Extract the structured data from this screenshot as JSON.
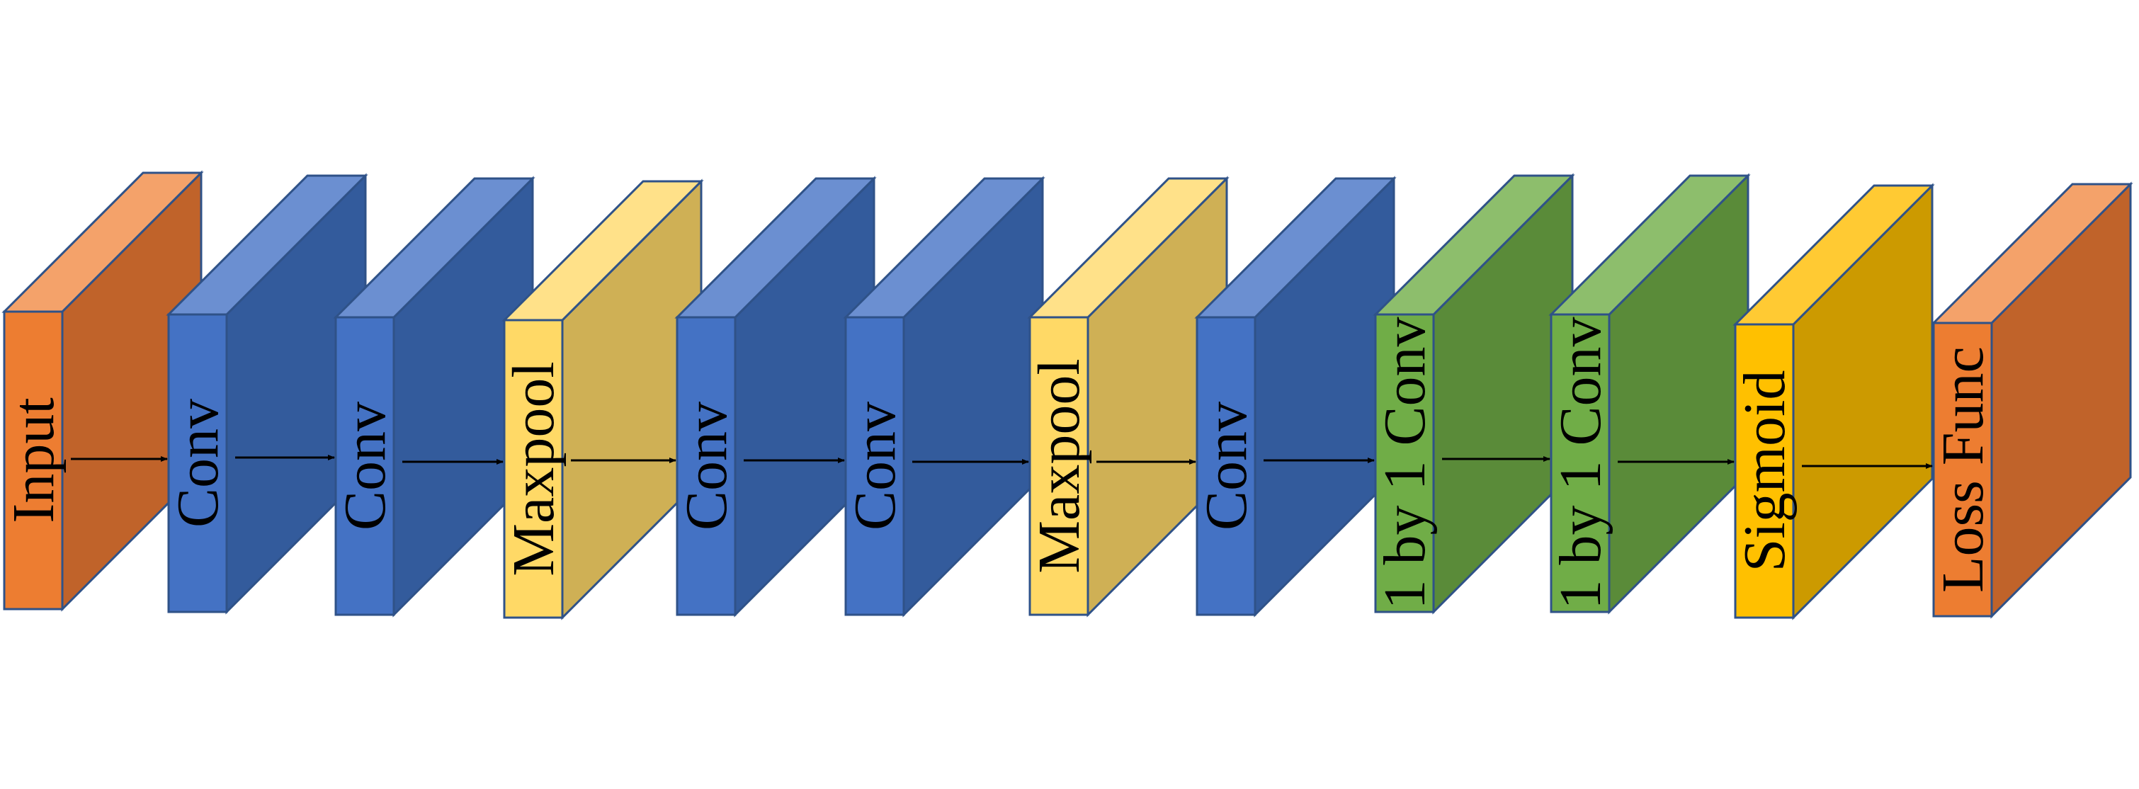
{
  "palette": {
    "orange": {
      "front": "#ED7D31",
      "top": "#F4A26A",
      "side": "#C0632A"
    },
    "blue": {
      "front": "#4472C4",
      "top": "#6B8FD1",
      "side": "#335B9C"
    },
    "light_yellow": {
      "front": "#FFD966",
      "top": "#FFE189",
      "side": "#CFB055"
    },
    "green": {
      "front": "#70AD47",
      "top": "#8DBE6C",
      "side": "#5A8B39"
    },
    "gold": {
      "front": "#FFC000",
      "top": "#FFCA33",
      "side": "#CC9A00"
    },
    "stroke": "#2F5288",
    "arrow": "#000000"
  },
  "layers": [
    {
      "label": "Input",
      "color": "orange"
    },
    {
      "label": "Conv",
      "color": "blue"
    },
    {
      "label": "Conv",
      "color": "blue"
    },
    {
      "label": "Maxpool",
      "color": "light_yellow"
    },
    {
      "label": "Conv",
      "color": "blue"
    },
    {
      "label": "Conv",
      "color": "blue"
    },
    {
      "label": "Maxpool",
      "color": "light_yellow"
    },
    {
      "label": "Conv",
      "color": "blue"
    },
    {
      "label": "1 by 1 Conv",
      "color": "green"
    },
    {
      "label": "1 by 1 Conv",
      "color": "green"
    },
    {
      "label": "Sigmoid",
      "color": "gold"
    },
    {
      "label": "Loss Func",
      "color": "orange"
    }
  ]
}
